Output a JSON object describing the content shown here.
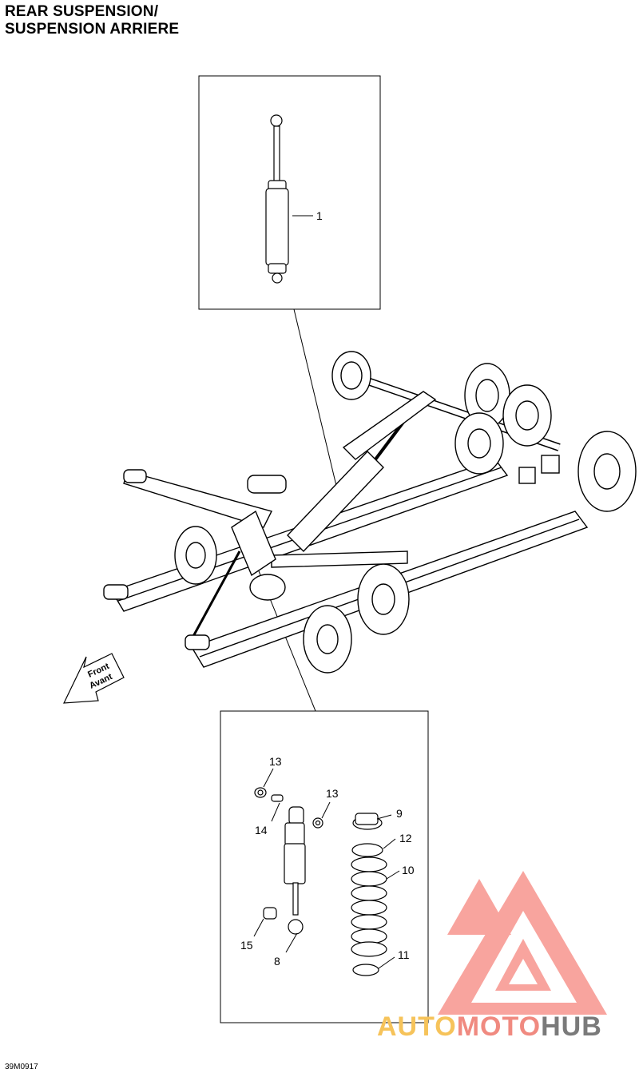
{
  "title": {
    "line1": "REAR SUSPENSION/",
    "line2": "SUSPENSION ARRIERE"
  },
  "drawing_code": "39M0917",
  "direction_arrow": {
    "line1": "Front",
    "line2": "Avant"
  },
  "callouts": {
    "c1": "1",
    "c8": "8",
    "c9": "9",
    "c10": "10",
    "c11": "11",
    "c12": "12",
    "c13a": "13",
    "c13b": "13",
    "c14": "14",
    "c15": "15"
  },
  "watermark": {
    "part1": "AUTO",
    "part2": "MOTO",
    "part3": "HUB",
    "colors": [
      "#f6c35a",
      "#f08a80",
      "#7a7a7a"
    ]
  }
}
